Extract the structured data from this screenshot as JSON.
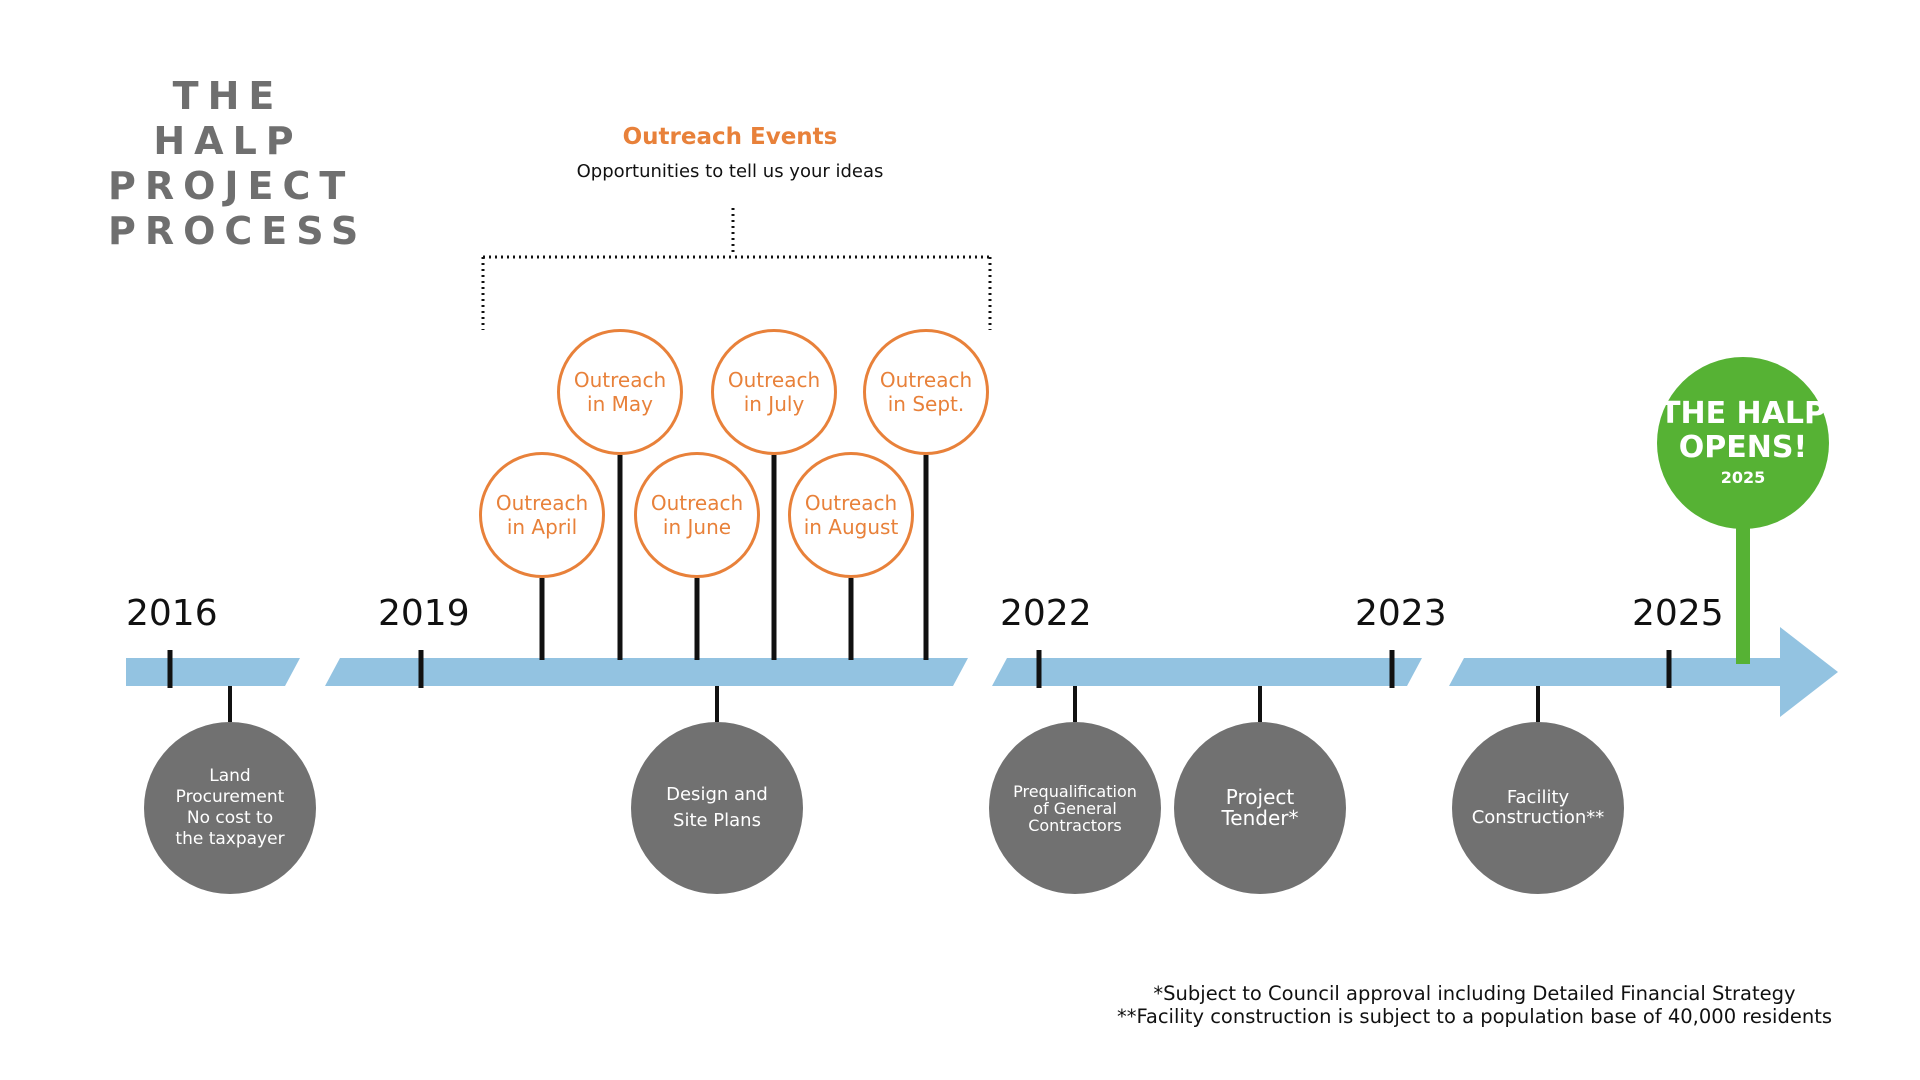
{
  "title_lines": [
    "THE HALP",
    "PROJECT",
    "PROCESS"
  ],
  "outreach_header": {
    "title": "Outreach Events",
    "subtitle": "Opportunities to tell us your ideas"
  },
  "years": [
    "2016",
    "2019",
    "2022",
    "2023",
    "2025"
  ],
  "outreach_events": [
    {
      "line1": "Outreach",
      "line2": "in April"
    },
    {
      "line1": "Outreach",
      "line2": "in May"
    },
    {
      "line1": "Outreach",
      "line2": "in June"
    },
    {
      "line1": "Outreach",
      "line2": "in July"
    },
    {
      "line1": "Outreach",
      "line2": "in August"
    },
    {
      "line1": "Outreach",
      "line2": "in Sept."
    }
  ],
  "milestones": [
    {
      "lines": [
        "Land",
        "Procurement",
        "No cost to",
        "the taxpayer"
      ]
    },
    {
      "lines": [
        "Design and",
        "Site Plans"
      ]
    },
    {
      "lines": [
        "Prequalification",
        "of General",
        "Contractors"
      ]
    },
    {
      "lines": [
        "Project",
        "Tender*"
      ]
    },
    {
      "lines": [
        "Facility",
        "Construction**"
      ]
    }
  ],
  "opening": {
    "title_line1": "THE HALP",
    "title_line2": "OPENS!",
    "year": "2025"
  },
  "footnotes": [
    "*Subject to Council approval including Detailed Financial Strategy",
    "**Facility construction is subject to a population base of 40,000 residents"
  ],
  "colors": {
    "timeline": "#93c3e1",
    "outreach": "#e8813a",
    "milestone": "#717171",
    "opening": "#56b234",
    "title": "#6f6f6f"
  }
}
